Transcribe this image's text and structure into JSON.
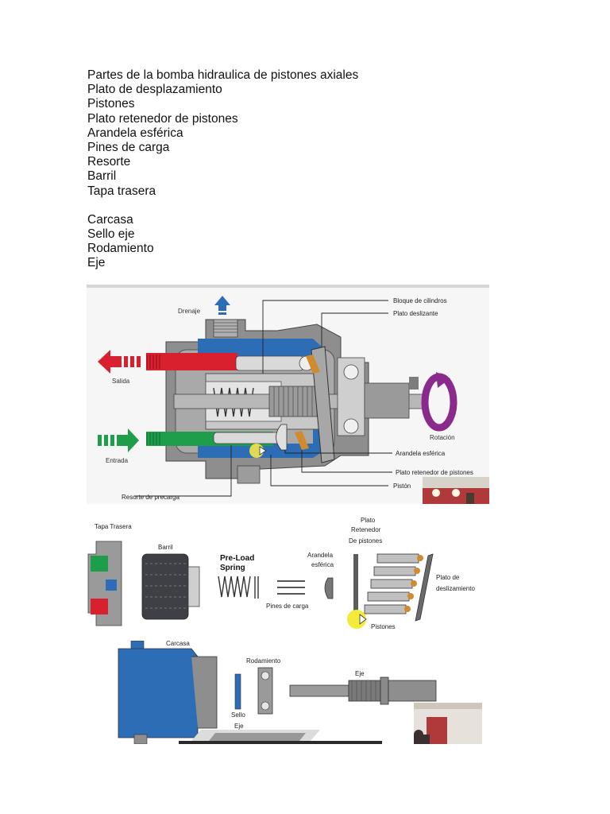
{
  "document": {
    "title": "Partes de la bomba hidraulica de pistones axiales",
    "parts_list_a": [
      "Plato de desplazamiento",
      "Pistones",
      "Plato retenedor de pistones",
      "Arandela esférica",
      "Pines de carga",
      "Resorte",
      "Barril",
      "Tapa trasera"
    ],
    "parts_list_b": [
      "Carcasa",
      "Sello eje",
      "Rodamiento",
      "Eje"
    ]
  },
  "figure_1": {
    "labels": {
      "drenaje": "Drenaje",
      "bloque": "Bloque de cilindros",
      "plato_deslizante": "Plato deslizante",
      "salida": "Salida",
      "entrada": "Entrada",
      "rotacion": "Rotación",
      "arandela": "Arandela esférica",
      "plato_retenedor": "Plato retenedor de pistones",
      "piston": "Pistón",
      "resorte": "Resorte de precarga"
    },
    "colors": {
      "red": "#d8202f",
      "green": "#1e9e4a",
      "blue": "#2d6db5",
      "purple": "#8a2a8c",
      "housing": "#8c8c8c"
    }
  },
  "figure_2": {
    "labels": {
      "tapa": "Tapa Trasera",
      "barril": "Barril",
      "preload_1": "Pre-Load",
      "preload_2": "Spring",
      "arandela_1": "Arandela",
      "arandela_2": "esférica",
      "pines": "Pines de carga",
      "retenedor_1": "Plato",
      "retenedor_2": "Retenedor",
      "retenedor_3": "De pistones",
      "desliz_1": "Plato de",
      "desliz_2": "deslizamiento",
      "pistones": "Pistones"
    }
  },
  "figure_3": {
    "labels": {
      "carcasa": "Carcasa",
      "rodamiento": "Rodamiento",
      "eje": "Eje",
      "sello_1": "Sello",
      "sello_2": "Eje"
    }
  }
}
